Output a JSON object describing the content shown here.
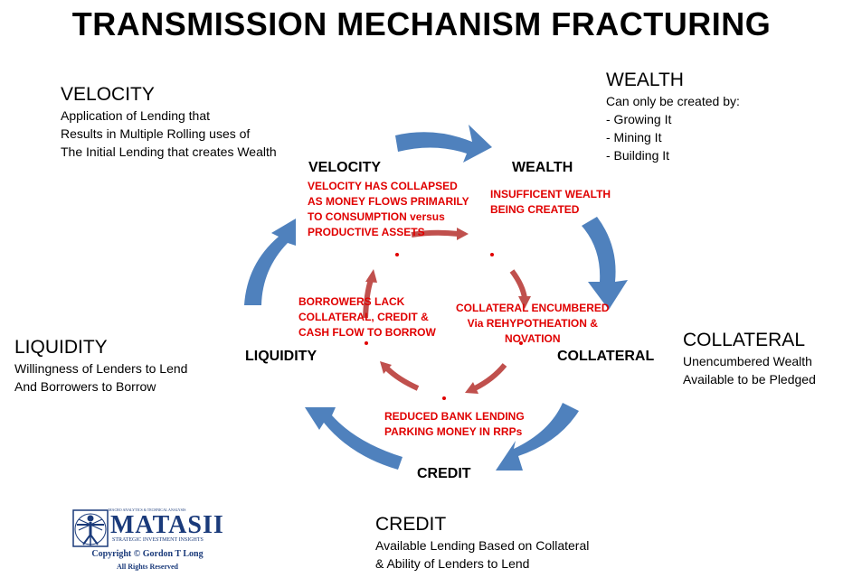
{
  "title": "TRANSMISSION MECHANISM FRACTURING",
  "colors": {
    "outer_arrow": "#4f81bd",
    "inner_arrow": "#c0504d",
    "inner_text": "#e00000"
  },
  "blocks": {
    "velocity": {
      "head": "VELOCITY",
      "lines": [
        "Application of Lending that",
        "Results in Multiple Rolling uses of",
        "The Initial Lending that creates Wealth"
      ]
    },
    "wealth": {
      "head": "WEALTH",
      "lines": [
        "Can only be created by:",
        "- Growing It",
        "- Mining It",
        "- Building It"
      ]
    },
    "liquidity": {
      "head": "LIQUIDITY",
      "lines": [
        "Willingness of Lenders to Lend",
        "And Borrowers to Borrow"
      ]
    },
    "collateral": {
      "head": "COLLATERAL",
      "lines": [
        "Unencumbered Wealth",
        "Available to be Pledged"
      ]
    },
    "credit": {
      "head": "CREDIT",
      "lines": [
        "Available Lending Based on Collateral",
        "& Ability of Lenders to Lend"
      ]
    }
  },
  "nodes": {
    "velocity": "VELOCITY",
    "wealth": "WEALTH",
    "collateral": "COLLATERAL",
    "credit": "CREDIT",
    "liquidity": "LIQUIDITY"
  },
  "problems": {
    "velocity": [
      "VELOCITY HAS COLLAPSED",
      "AS MONEY FLOWS PRIMARILY",
      "TO CONSUMPTION versus",
      "PRODUCTIVE ASSETS"
    ],
    "wealth": [
      "INSUFFICENT WEALTH",
      "BEING CREATED"
    ],
    "collateral": [
      "COLLATERAL ENCUMBERED",
      "Via REHYPOTHEATION &",
      "NOVATION"
    ],
    "credit": [
      "REDUCED BANK LENDING",
      "PARKING MONEY IN RRPs"
    ],
    "liquidity": [
      "BORROWERS LACK",
      "COLLATERAL, CREDIT &",
      "CASH FLOW TO BORROW"
    ]
  },
  "logo": {
    "brand": "MATASII",
    "tagline": "MACRO ANALYTICS & TECHNICAL ANALYSIS",
    "subtitle": "STRATEGIC INVESTMENT INSIGHTS",
    "copyright": "Copyright © Gordon T Long",
    "rights": "All Rights Reserved"
  }
}
